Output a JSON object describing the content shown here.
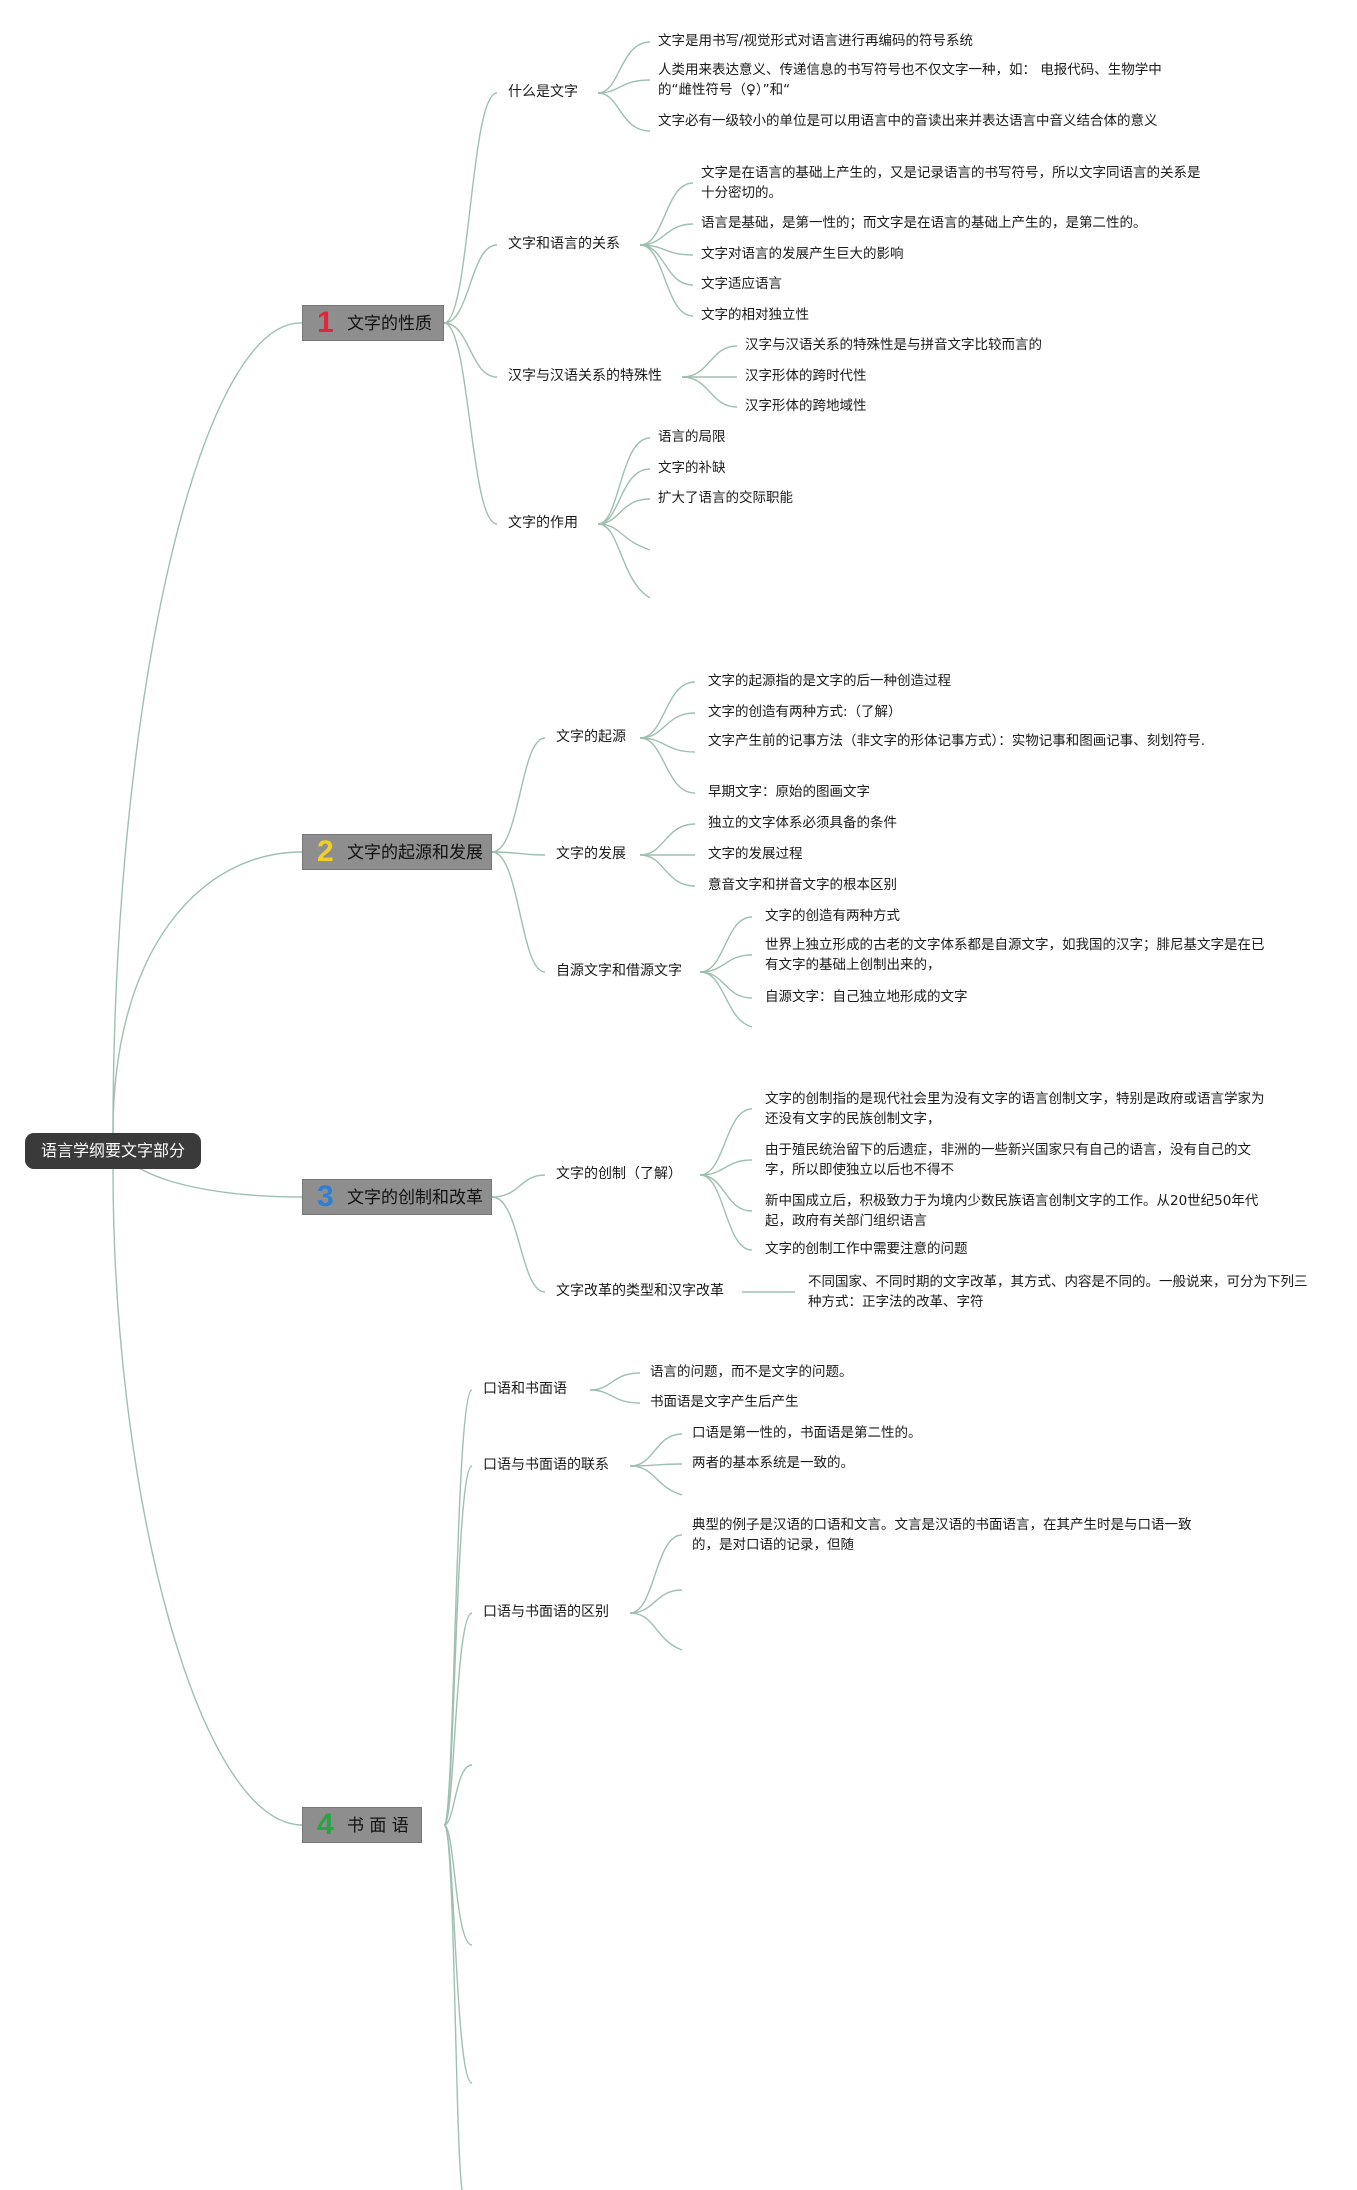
{
  "root": {
    "label": "语言学纲要文字部分"
  },
  "main": [
    {
      "num": "1",
      "num_color": "#e0253c",
      "label": "文字的性质"
    },
    {
      "num": "2",
      "num_color": "#f2cf28",
      "label": "文字的起源和发展"
    },
    {
      "num": "3",
      "num_color": "#2f7fd6",
      "label": "文字的创制和改革"
    },
    {
      "num": "4",
      "num_color": "#26a63f",
      "label": "书 面 语"
    }
  ],
  "sub": {
    "s1": "什么是文字",
    "s2": "文字和语言的关系",
    "s3": "汉字与汉语关系的特殊性",
    "s4": "文字的作用",
    "s5": "文字的起源",
    "s6": "文字的发展",
    "s7": "自源文字和借源文字",
    "s8": "文字的创制（了解）",
    "s9": "文字改革的类型和汉字改革",
    "s10": "口语和书面语",
    "s11": "口语与书面语的联系",
    "s12": "口语与书面语的区别"
  },
  "leaf": {
    "l1": "文字是用书写/视觉形式对语言进行再编码的符号系统",
    "l2": "人类用来表达意义、传递信息的书写符号也不仅文字一种，如： 电报代码、生物学中的“雌性符号（♀）”和“",
    "l3": "文字必有一级较小的单位是可以用语言中的音读出来并表达语言中音义结合体的意义",
    "l4": "文字是在语言的基础上产生的，又是记录语言的书写符号，所以文字同语言的关系是十分密切的。",
    "l5": "语言是基础，是第一性的；而文字是在语言的基础上产生的，是第二性的。",
    "l6": "文字对语言的发展产生巨大的影响",
    "l7": "文字适应语言",
    "l8": "文字的相对独立性",
    "l9": "汉字与汉语关系的特殊性是与拼音文字比较而言的",
    "l10": "汉字形体的跨时代性",
    "l11": "汉字形体的跨地域性",
    "l12": "语言的局限",
    "l13": "文字的补缺",
    "l14": "扩大了语言的交际职能",
    "l15": "文字的起源指的是文字的后一种创造过程",
    "l16": "文字的创造有两种方式:（了解）",
    "l17": "文字产生前的记事方法（非文字的形体记事方式）：实物记事和图画记事、刻划符号.",
    "l18": "早期文字：原始的图画文字",
    "l19": "独立的文字体系必须具备的条件",
    "l20": "文字的发展过程",
    "l21": "意音文字和拼音文字的根本区别",
    "l22": "文字的创造有两种方式",
    "l23": "世界上独立形成的古老的文字体系都是自源文字，如我国的汉字；腓尼基文字是在已有文字的基础上创制出来的，",
    "l24": "自源文字：自己独立地形成的文字",
    "l25": "文字的创制指的是现代社会里为没有文字的语言创制文字，特别是政府或语言学家为还没有文字的民族创制文字，",
    "l26": "由于殖民统治留下的后遗症，非洲的一些新兴国家只有自己的语言，没有自己的文字，所以即使独立以后也不得不",
    "l27": "新中国成立后，积极致力于为境内少数民族语言创制文字的工作。从20世纪50年代起，政府有关部门组织语言",
    "l28": "文字的创制工作中需要注意的问题",
    "l29": "不同国家、不同时期的文字改革，其方式、内容是不同的。一般说来，可分为下列三种方式：正字法的改革、字符",
    "l30": "语言的问题，而不是文字的问题。",
    "l31": "书面语是文字产生后产生",
    "l32": "口语是第一性的，书面语是第二性的。",
    "l33": "两者的基本系统是一致的。",
    "l34": "典型的例子是汉语的口语和文言。文言是汉语的书面语言，在其产生时是与口语一致的，是对口语的记录，但随"
  },
  "colors": {
    "link": "#9fbfb1",
    "root_bg": "#3a3a3a",
    "main_bg": "#8e8e8e"
  }
}
